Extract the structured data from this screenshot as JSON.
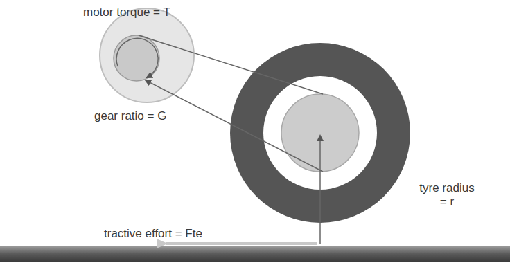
{
  "diagram": {
    "labels": [
      "motor torque = T",
      "gear ratio = G",
      "tractive effort = Fte",
      "tyre radius = r"
    ]
  }
}
